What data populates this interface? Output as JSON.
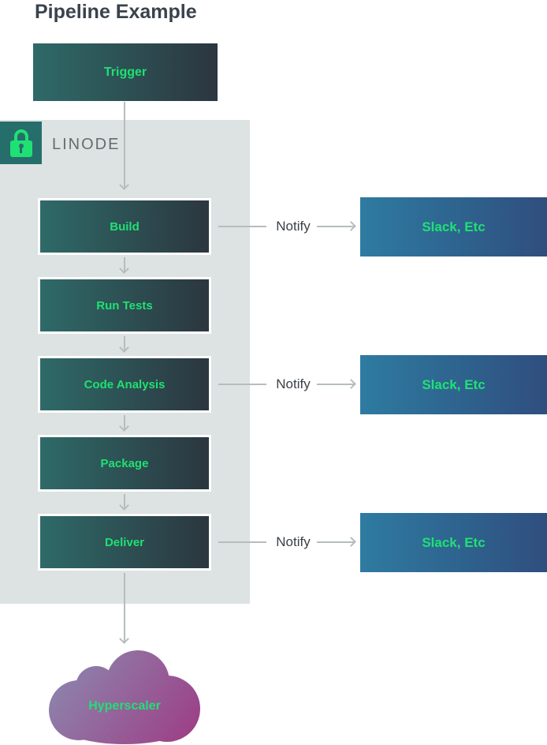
{
  "title": "Pipeline Example",
  "trigger": {
    "label": "Trigger"
  },
  "linode": {
    "label": "LINODE",
    "lock_icon": "lock-icon",
    "steps": [
      {
        "label": "Build"
      },
      {
        "label": "Run Tests"
      },
      {
        "label": "Code Analysis"
      },
      {
        "label": "Package"
      },
      {
        "label": "Deliver"
      }
    ]
  },
  "notifications": [
    {
      "from": "Build",
      "label": "Notify",
      "target": "Slack, Etc"
    },
    {
      "from": "Code Analysis",
      "label": "Notify",
      "target": "Slack, Etc"
    },
    {
      "from": "Deliver",
      "label": "Notify",
      "target": "Slack, Etc"
    }
  ],
  "cloud": {
    "label": "Hyperscaler"
  },
  "colors": {
    "green": "#1fe173",
    "boxGradStart": "#2e6a68",
    "boxGradEnd": "#2c363f",
    "slackGradStart": "#2e7ba1",
    "slackGradEnd": "#2f4e7e",
    "linodeBg": "#dce3e2",
    "lockBg": "#266e6c",
    "arrow": "#b6bdbd",
    "titleColor": "#3a424c",
    "linodeText": "#646d6e",
    "notifyText": "#3b4147",
    "cloudGradStart": "#8d83ac",
    "cloudGradEnd": "#9c4288"
  }
}
